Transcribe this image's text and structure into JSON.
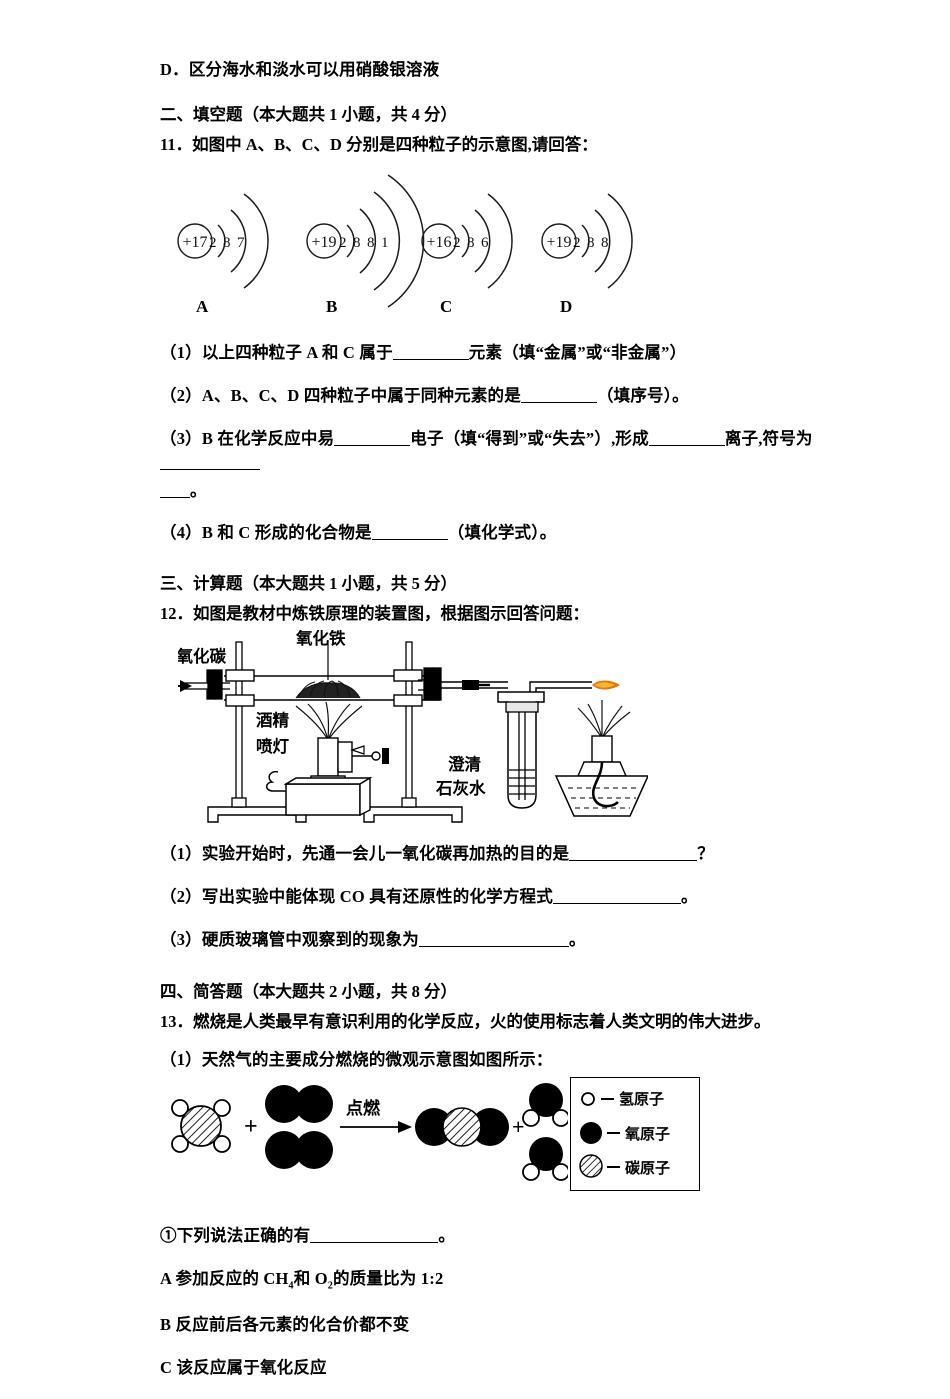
{
  "doc": {
    "option_d": "D．区分海水和淡水可以用硝酸银溶液",
    "section2_head": "二、填空题（本大题共 1 小题，共 4 分）",
    "q11_head": "11．如图中 A、B、C、D 分别是四种粒子的示意图,请回答：",
    "q11_1": "（1）以上四种粒子 A 和 C 属于",
    "q11_1b": "元素（填“金属”或“非金属”）",
    "q11_2": "（2）A、B、C、D 四种粒子中属于同种元素的是",
    "q11_2b": "（填序号）。",
    "q11_3a": "（3）B 在化学反应中易",
    "q11_3b": "电子（填“得到”或“失去”）,形成",
    "q11_3c": "离子,符号为",
    "q11_3d": "。",
    "q11_4a": "（4）B 和 C 形成的化合物是",
    "q11_4b": "（填化学式）。",
    "section3_head": "三、计算题（本大题共 1 小题，共 5 分）",
    "q12_head": "12．如图是教材中炼铁原理的装置图，根据图示回答问题：",
    "q12_1a": "（1）实验开始时，先通一会儿一氧化碳再加热的目的是",
    "q12_1b": "？",
    "q12_2a": "（2）写出实验中能体现 CO 具有还原性的化学方程式",
    "q12_2b": "。",
    "q12_3a": "（3）硬质玻璃管中观察到的现象为",
    "q12_3b": "。",
    "section4_head": "四、简答题（本大题共 2 小题，共 8 分）",
    "q13_head": "13．燃烧是人类最早有意识利用的化学反应，火的使用标志着人类文明的伟大进步。",
    "q13_1": "（1）天然气的主要成分燃烧的微观示意图如图所示：",
    "q13_circ1a": "①下列说法正确的有",
    "q13_circ1b": "。",
    "opt_a_pre": "A 参加反应的 CH",
    "opt_a_sub1": "4",
    "opt_a_mid": "和 O",
    "opt_a_sub2": "2",
    "opt_a_post": "的质量比为 1:2",
    "opt_b": "B 反应前后各元素的化合价都不变",
    "opt_c": "C 该反应属于氧化反应"
  },
  "atoms": [
    {
      "label": "A",
      "charge": "+17",
      "shells": [
        "2",
        "8",
        "7"
      ]
    },
    {
      "label": "B",
      "charge": "+19",
      "shells": [
        "2",
        "8",
        "8",
        "1"
      ]
    },
    {
      "label": "C",
      "charge": "+16",
      "shells": [
        "2",
        "8",
        "6"
      ]
    },
    {
      "label": "D",
      "charge": "+19",
      "shells": [
        "2",
        "8",
        "8"
      ]
    }
  ],
  "apparatus": {
    "label_co": "一氧化碳",
    "label_iron_oxide": "氧化铁",
    "label_burner_1": "酒精",
    "label_burner_2": "喷灯",
    "label_limewater_1": "澄清",
    "label_limewater_2": "石灰水",
    "flame_color": "#E8750A"
  },
  "reaction": {
    "condition": "点燃",
    "plus": "+",
    "legend": [
      {
        "name": "氢原子",
        "style": "white"
      },
      {
        "name": "氧原子",
        "style": "black"
      },
      {
        "name": "碳原子",
        "style": "hatched"
      }
    ]
  }
}
